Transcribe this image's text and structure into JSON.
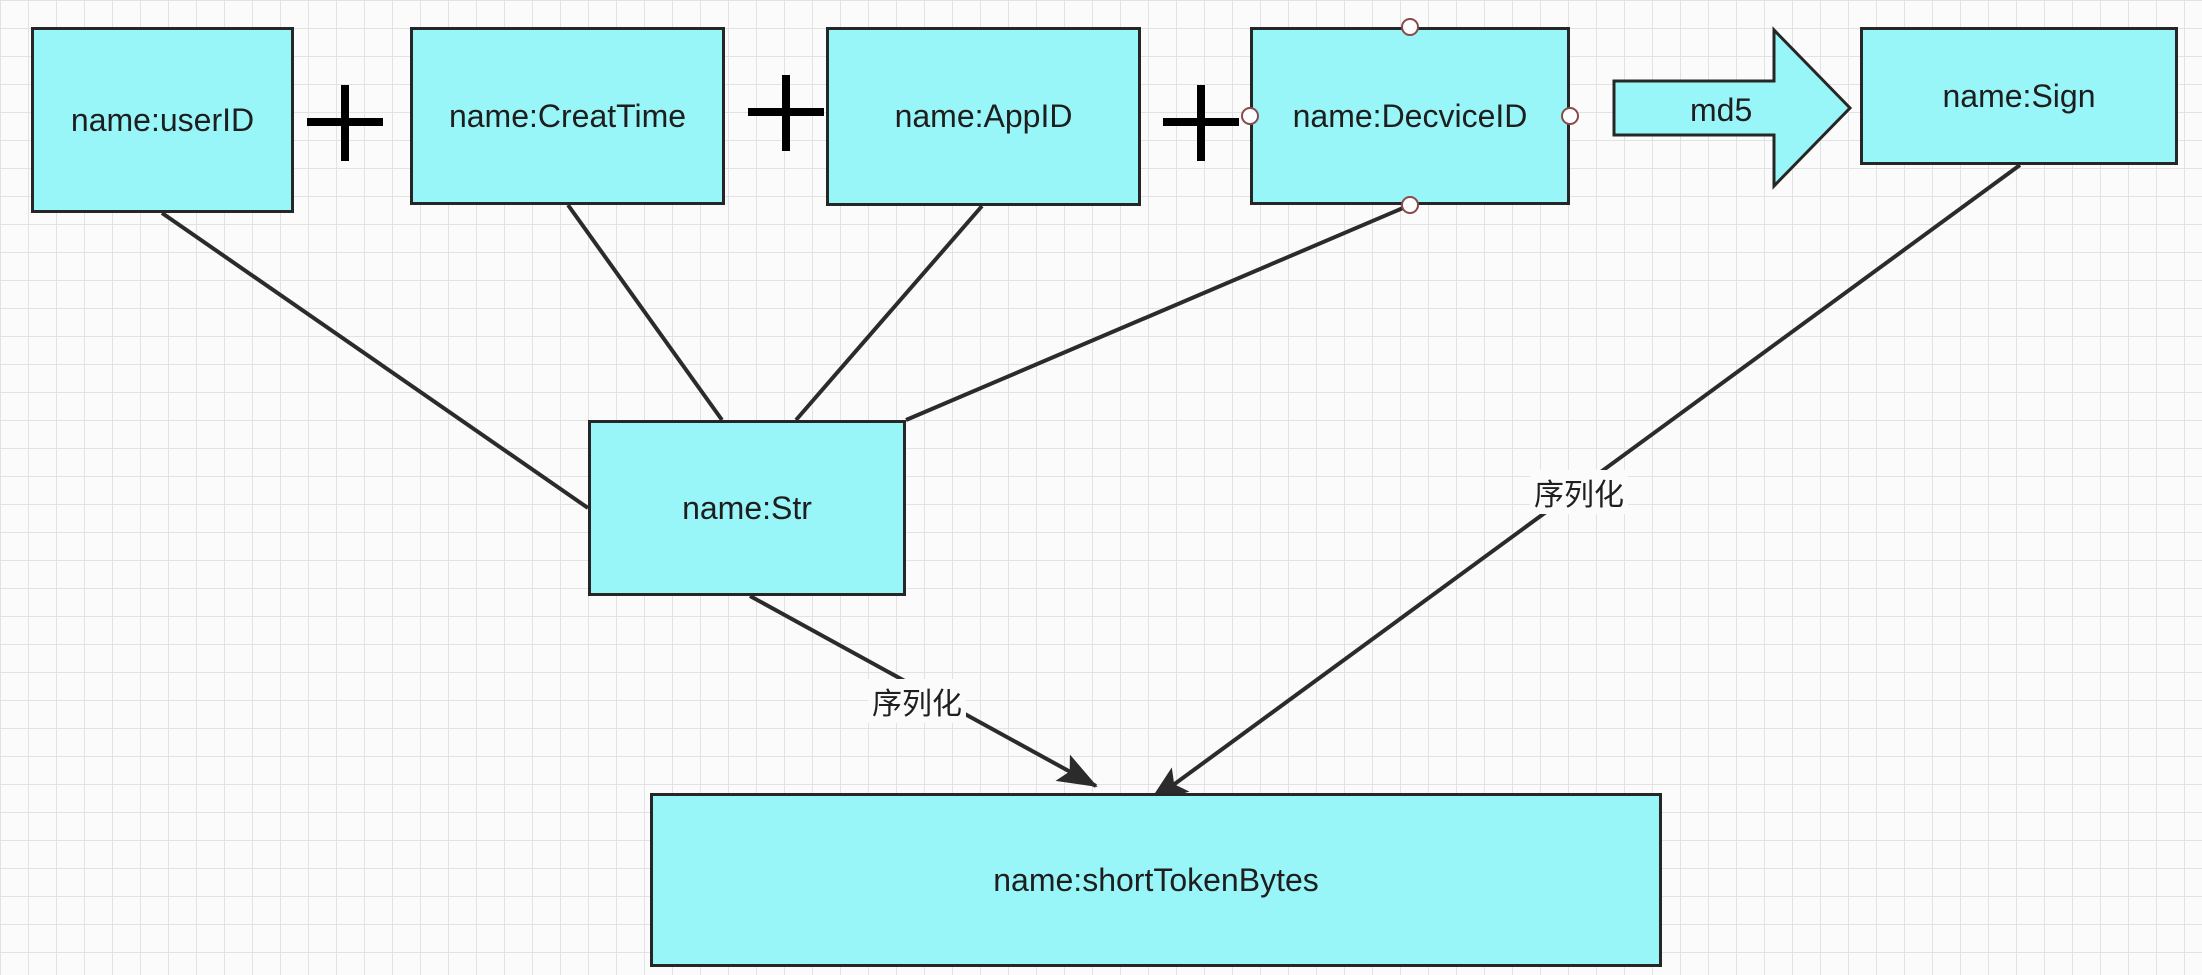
{
  "diagram": {
    "node_fill": "#98f5f8",
    "node_border": "#262626",
    "line_color": "#2b2b2b",
    "nodes": [
      {
        "id": "userID",
        "label": "name:userID"
      },
      {
        "id": "creatTime",
        "label": "name:CreatTime"
      },
      {
        "id": "appID",
        "label": "name:AppID"
      },
      {
        "id": "deviceID",
        "label": "name:DecviceID"
      },
      {
        "id": "sign",
        "label": "name:Sign"
      },
      {
        "id": "str",
        "label": "name:Str"
      },
      {
        "id": "shortToken",
        "label": "name:shortTokenBytes"
      }
    ],
    "operators": [
      "+",
      "+",
      "+"
    ],
    "block_arrow": {
      "label": "md5"
    },
    "edges": [
      {
        "from": "userID",
        "to": "str",
        "label": ""
      },
      {
        "from": "creatTime",
        "to": "str",
        "label": ""
      },
      {
        "from": "appID",
        "to": "str",
        "label": ""
      },
      {
        "from": "deviceID",
        "to": "str",
        "label": ""
      },
      {
        "from": "str",
        "to": "shortToken",
        "label": "序列化"
      },
      {
        "from": "sign",
        "to": "shortToken",
        "label": "序列化"
      }
    ]
  }
}
